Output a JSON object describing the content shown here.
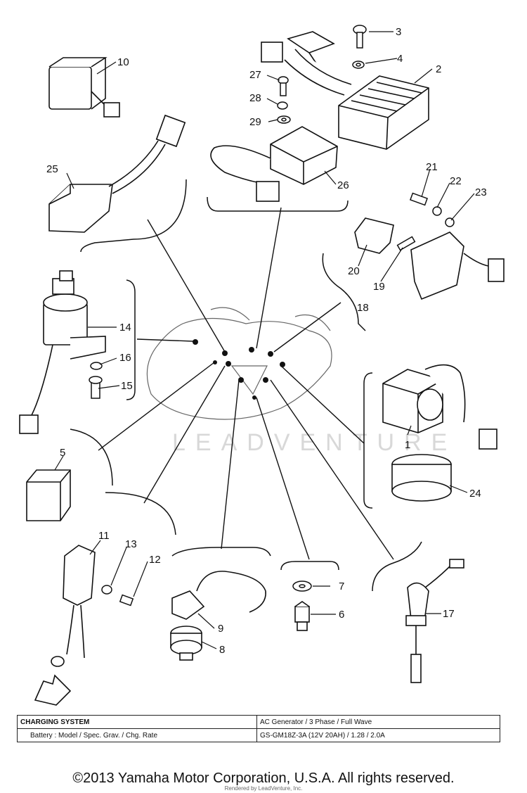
{
  "diagram": {
    "callouts": [
      "1",
      "2",
      "3",
      "4",
      "5",
      "6",
      "7",
      "8",
      "9",
      "10",
      "11",
      "12",
      "13",
      "14",
      "15",
      "16",
      "17",
      "18",
      "19",
      "20",
      "21",
      "22",
      "23",
      "24",
      "25",
      "26",
      "27",
      "28",
      "29"
    ],
    "watermark": "LEADVENTURE"
  },
  "spec_table": {
    "rows": [
      {
        "label": "CHARGING SYSTEM",
        "value": "AC Generator / 3 Phase / Full Wave"
      },
      {
        "label": "Battery : Model / Spec. Grav. / Chg. Rate",
        "value": "GS-GM18Z-3A (12V 20AH) / 1.28 / 2.0A"
      }
    ]
  },
  "footer": {
    "copyright": "©2013 Yamaha Motor Corporation, U.S.A. All rights reserved.",
    "credit": "Rendered by LeadVenture, Inc."
  },
  "colors": {
    "ink": "#111111",
    "watermark": "#d8d8d8"
  }
}
